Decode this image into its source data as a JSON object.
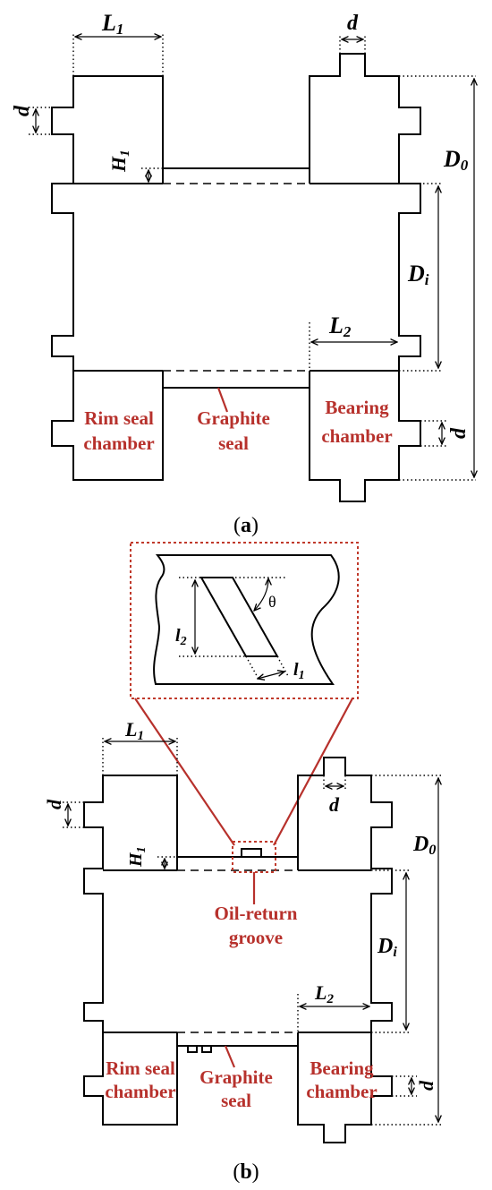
{
  "panel_a": {
    "caption_open": "(",
    "caption_letter": "a",
    "caption_close": ")",
    "labels": {
      "rim_seal_1": "Rim seal",
      "rim_seal_2": "chamber",
      "graphite_1": "Graphite",
      "graphite_2": "seal",
      "bearing_1": "Bearing",
      "bearing_2": "chamber"
    },
    "dims": {
      "L1": "L",
      "L1_sub": "1",
      "L2": "L",
      "L2_sub": "2",
      "d_top": "d",
      "d_left": "d",
      "d_right": "d",
      "H1": "H",
      "H1_sub": "1",
      "D0": "D",
      "D0_sub": "0",
      "Di": "D",
      "Di_sub": "i"
    }
  },
  "panel_b": {
    "caption_open": "(",
    "caption_letter": "b",
    "caption_close": ")",
    "labels": {
      "oil_1": "Oil-return",
      "oil_2": "groove",
      "rim_seal_1": "Rim seal",
      "rim_seal_2": "chamber",
      "graphite_1": "Graphite",
      "graphite_2": "seal",
      "bearing_1": "Bearing",
      "bearing_2": "chamber"
    },
    "dims": {
      "L1": "L",
      "L1_sub": "1",
      "L2": "L",
      "L2_sub": "2",
      "d_top": "d",
      "d_left": "d",
      "d_right": "d",
      "H1": "H",
      "H1_sub": "1",
      "D0": "D",
      "D0_sub": "0",
      "Di": "D",
      "Di_sub": "i"
    },
    "inset": {
      "theta": "θ",
      "l1": "l",
      "l1_sub": "1",
      "l2": "l",
      "l2_sub": "2"
    }
  },
  "colors": {
    "accent": "#b7312c"
  }
}
